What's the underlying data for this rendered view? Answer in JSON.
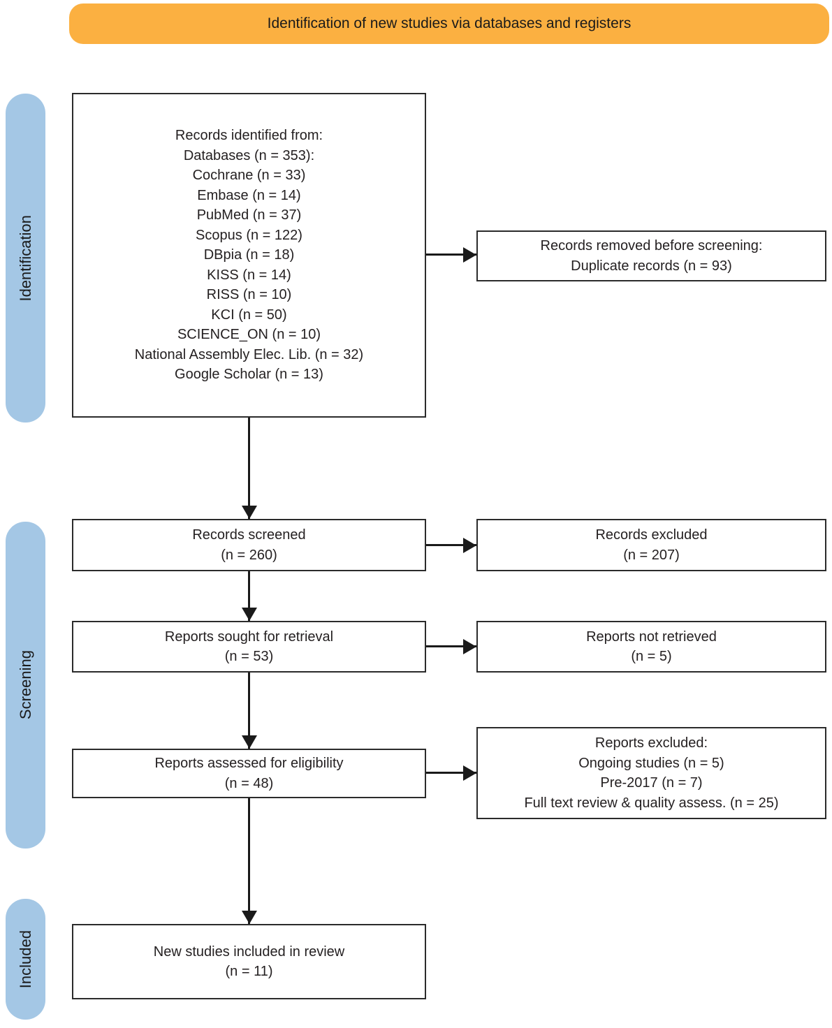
{
  "banner": {
    "title": "Identification of new studies via databases and registers"
  },
  "stages": {
    "identification": "Identification",
    "screening": "Screening",
    "included": "Included"
  },
  "boxes": {
    "records_identified": {
      "lines": [
        "Records identified from:",
        "Databases (n = 353):",
        "Cochrane (n = 33)",
        "Embase (n = 14)",
        "PubMed (n = 37)",
        "Scopus (n = 122)",
        "DBpia (n = 18)",
        "KISS (n = 14)",
        "RISS (n = 10)",
        "KCI (n = 50)",
        "SCIENCE_ON (n = 10)",
        "National Assembly Elec. Lib. (n = 32)",
        "Google Scholar (n = 13)"
      ]
    },
    "records_removed": {
      "lines": [
        "Records removed before screening:",
        "Duplicate records (n = 93)"
      ]
    },
    "records_screened": {
      "lines": [
        "Records screened",
        "(n = 260)"
      ]
    },
    "records_excluded": {
      "lines": [
        "Records excluded",
        "(n = 207)"
      ]
    },
    "reports_sought": {
      "lines": [
        "Reports sought for retrieval",
        "(n = 53)"
      ]
    },
    "reports_not_retrieved": {
      "lines": [
        "Reports not retrieved",
        "(n = 5)"
      ]
    },
    "reports_assessed": {
      "lines": [
        "Reports assessed for eligibility",
        "(n = 48)"
      ]
    },
    "reports_excluded": {
      "lines": [
        "Reports excluded:",
        "Ongoing studies (n = 5)",
        "Pre-2017 (n = 7)",
        "Full text review & quality assess. (n = 25)"
      ]
    },
    "new_studies_included": {
      "lines": [
        "New studies included in review",
        "(n = 11)"
      ]
    }
  },
  "colors": {
    "banner_orange": "#FBB041",
    "stage_blue": "#A4C7E5",
    "box_border": "#2B2B2B",
    "arrow_black": "#1A1A1A",
    "text": "#231F20"
  }
}
